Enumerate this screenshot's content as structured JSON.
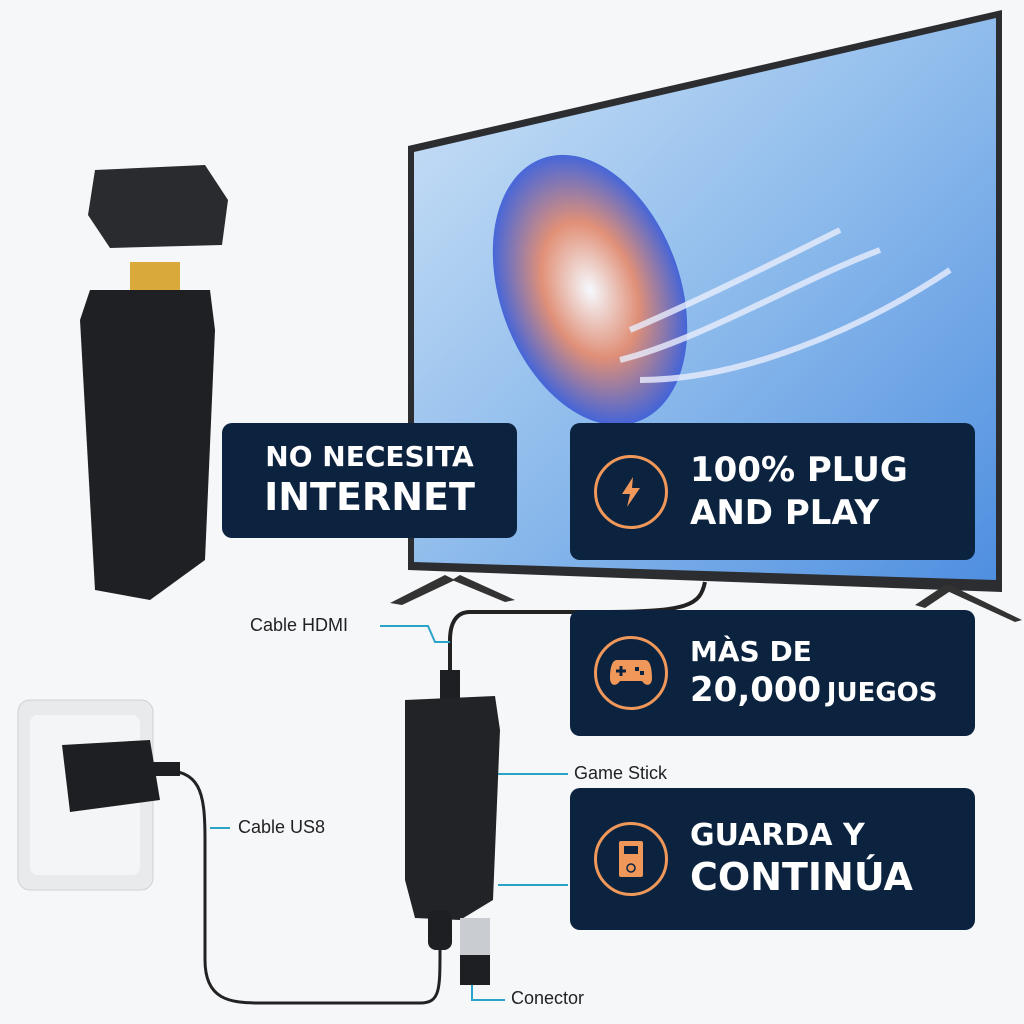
{
  "cards": {
    "internet": {
      "line1": "NO NECESITA",
      "line2": "INTERNET"
    },
    "plug": {
      "line1": "100% PLUG",
      "line2": "AND PLAY",
      "icon": "lightning-icon"
    },
    "games": {
      "line1": "MÀS DE",
      "line2a": "20,000",
      "line2b": "JUEGOS",
      "icon": "gamepad-icon"
    },
    "save": {
      "line1": "GUARDA Y",
      "line2": "CONTINÚA",
      "icon": "save-device-icon"
    }
  },
  "labels": {
    "hdmi": "Cable HDMI",
    "stick": "Game Stick",
    "usb": "Cable US8",
    "connector": "Conector"
  },
  "colors": {
    "card": "#0c2340",
    "accent": "#f0975a",
    "leader_line": "#2aa3c9"
  }
}
